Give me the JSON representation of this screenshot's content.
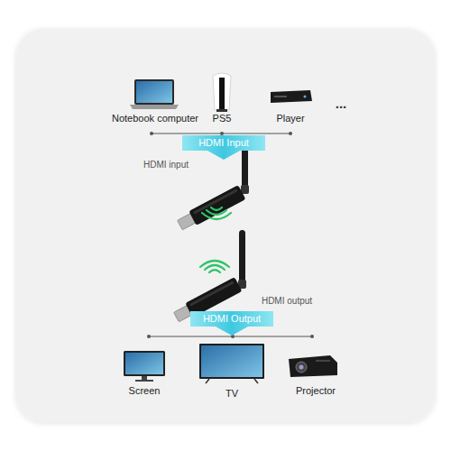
{
  "diagram": {
    "nodes": [
      {
        "text": [
          "HDMI Input"
        ]
      },
      {
        "text": [
          "HDMI Output"
        ]
      }
    ],
    "labels": [
      "Notebook computer",
      "PS5",
      "Player",
      "...",
      "HDMI input",
      "HDMI output",
      "Screen",
      "TV",
      "Projector"
    ]
  }
}
